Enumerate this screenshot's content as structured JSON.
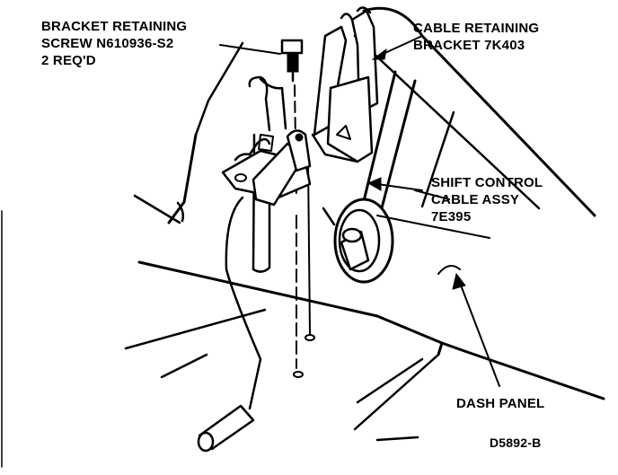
{
  "labels": {
    "bracket_screw": {
      "line1": "BRACKET RETAINING",
      "line2": "SCREW N610936-S2",
      "line3": "2 REQ'D"
    },
    "cable_bracket": {
      "line1": "CABLE RETAINING",
      "line2": "BRACKET 7K403"
    },
    "shift_cable": {
      "line1": "SHIFT CONTROL",
      "line2": "CABLE ASSY",
      "line3": "7E395"
    },
    "dash_panel": "DASH PANEL",
    "figure_code": "D5892-B"
  },
  "colors": {
    "ink": "#000000",
    "paper": "#ffffff"
  }
}
